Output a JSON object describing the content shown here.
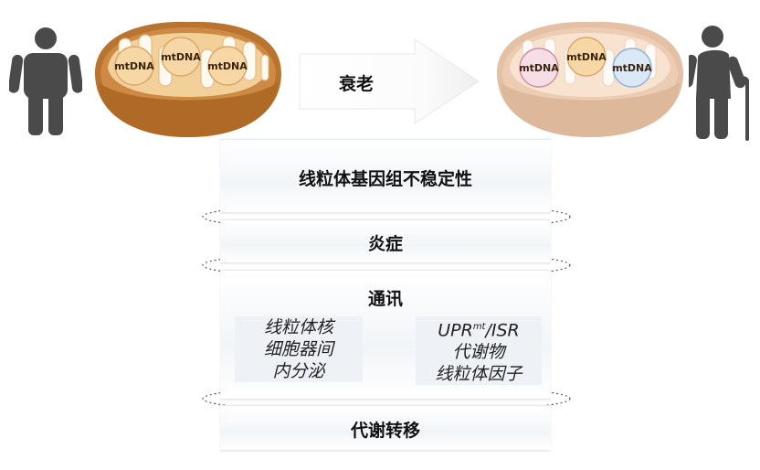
{
  "arrow": {
    "label": "衰老"
  },
  "mito_left": {
    "dna_labels": [
      "mtDNA",
      "mtDNA",
      "mtDNA"
    ]
  },
  "mito_right": {
    "dna_labels": [
      "mtDNA",
      "mtDNA",
      "mtDNA"
    ]
  },
  "panels": {
    "instability": {
      "title": "线粒体基因组不稳定性"
    },
    "inflammation": {
      "title": "炎症"
    },
    "communication": {
      "title": "通讯",
      "left_lines": [
        "线粒体核",
        "细胞器间",
        "内分泌"
      ],
      "right_top_base": "UPR",
      "right_top_sup": "mt",
      "right_top_suffix": "/ISR",
      "right_lines": [
        "代谢物",
        "线粒体因子"
      ]
    },
    "metabolic": {
      "title": "代谢转移"
    }
  },
  "colors": {
    "human": "#4a4a4a",
    "mito_young_outer": "#b9742f",
    "mito_old_outer": "#e4c0a4",
    "dna_young": "#f7d7a6",
    "dna_old_pink": "#f6dde6",
    "dna_old_blue": "#dbe9f6"
  }
}
